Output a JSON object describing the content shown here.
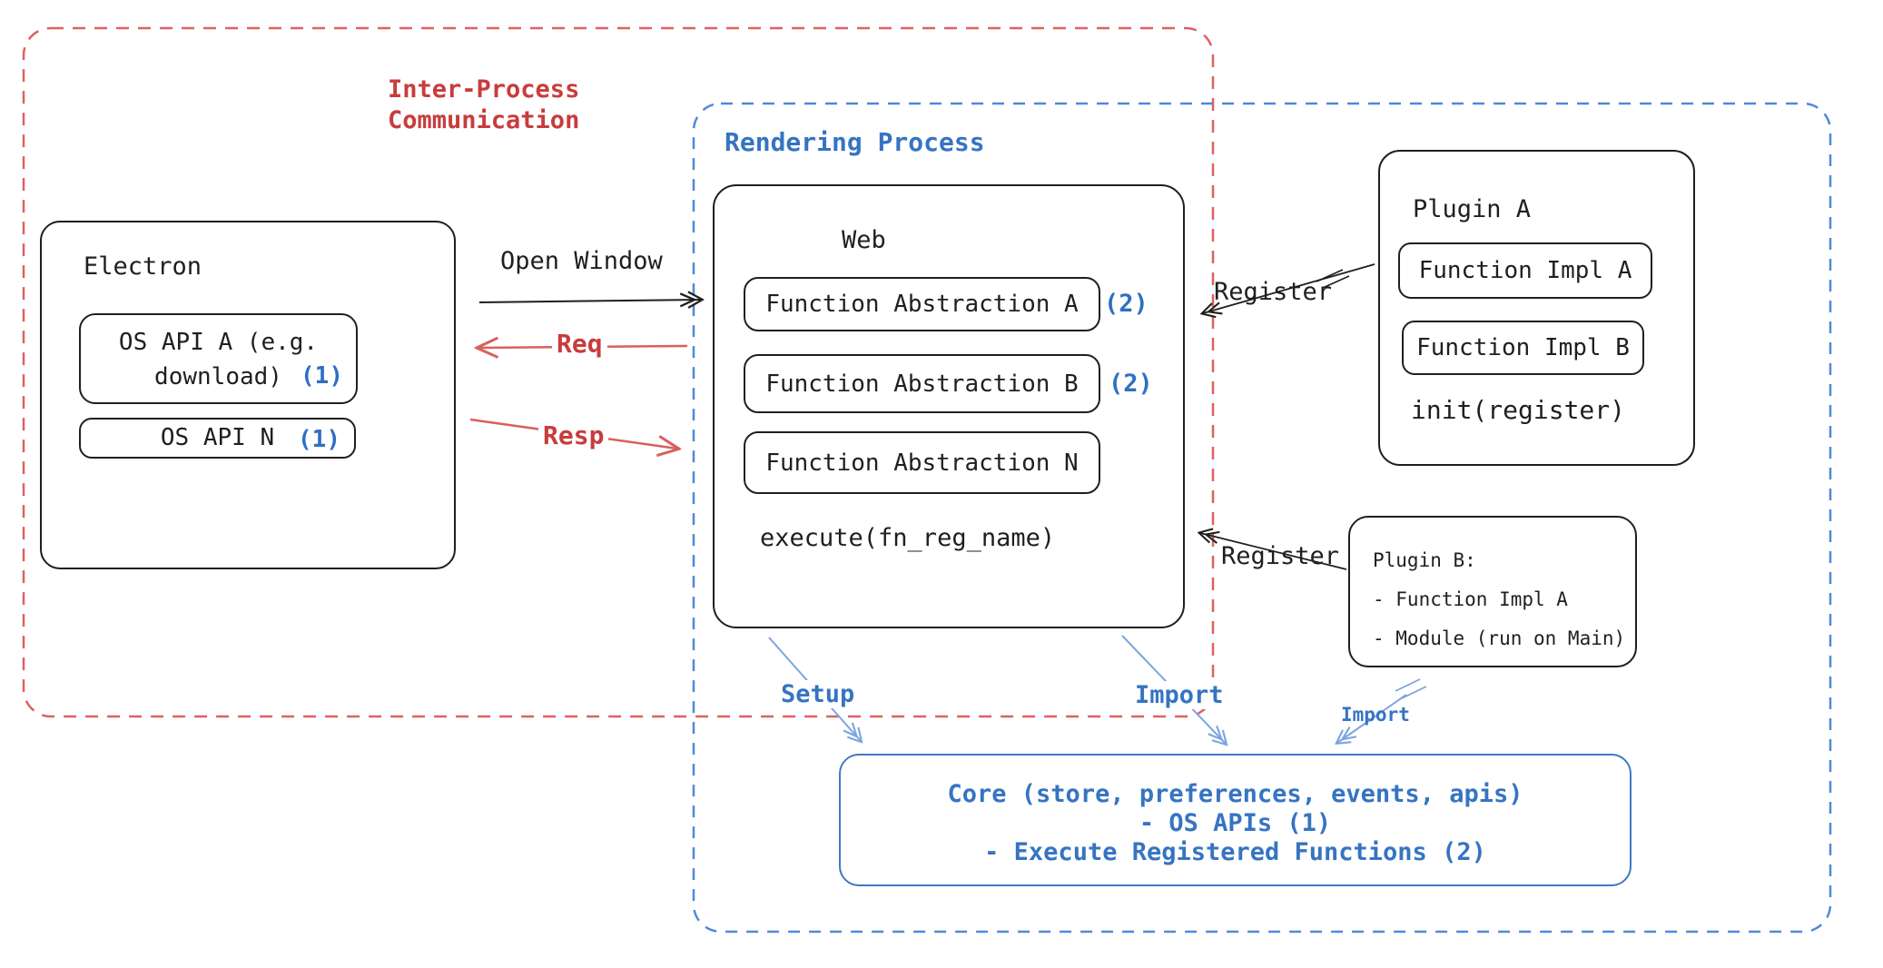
{
  "regions": {
    "ipc_label": "Inter-Process\nCommunication",
    "rendering_label": "Rendering Process"
  },
  "electron": {
    "title": "Electron",
    "api_a_line1": "OS API A (e.g.",
    "api_a_line2": "download)",
    "api_a_ref": "(1)",
    "api_n": "OS API N",
    "api_n_ref": "(1)"
  },
  "web": {
    "title": "Web",
    "fn_a": "Function Abstraction A",
    "fn_a_ref": "(2)",
    "fn_b": "Function Abstraction B",
    "fn_b_ref": "(2)",
    "fn_n": "Function Abstraction N",
    "execute": "execute(fn_reg_name)"
  },
  "plugin_a": {
    "title": "Plugin A",
    "impl_a": "Function Impl A",
    "impl_b": "Function Impl B",
    "init": "init(register)"
  },
  "plugin_b": {
    "title": "Plugin B:",
    "item_1": "- Function Impl A",
    "item_2": "- Module (run on Main)"
  },
  "core": {
    "line_1": "Core (store, preferences, events, apis)",
    "line_2": "- OS APIs (1)",
    "line_3": "- Execute Registered Functions (2)"
  },
  "arrows": {
    "open_window": "Open Window",
    "req": "Req",
    "resp": "Resp",
    "register_plugin_a": "Register",
    "register_plugin_b": "Register",
    "setup": "Setup",
    "import_web": "Import",
    "import_plugin_b": "Import"
  },
  "colors": {
    "red_dash": "#e06060",
    "red_text": "#c83c3c",
    "red_arrow": "#d96060",
    "blue_dash": "#4d8bd8",
    "blue_text": "#3674c2",
    "blue_arrow": "#7da4e0",
    "ink": "#1f1f1f",
    "background": "#ffffff"
  }
}
